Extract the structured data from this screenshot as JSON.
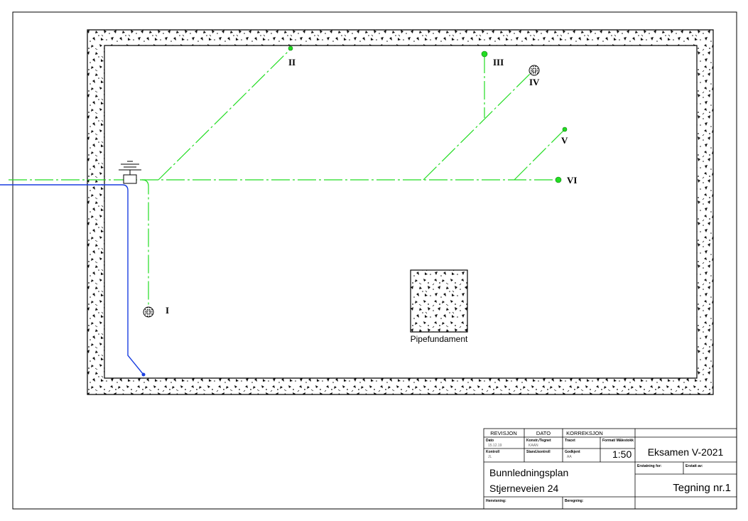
{
  "labels": {
    "I": "I",
    "II": "II",
    "III": "III",
    "IV": "IV",
    "V": "V",
    "VI": "VI",
    "pipefundament": "Pipefundament"
  },
  "colors": {
    "drain_line": "#22dd22",
    "water_line": "#1a3fe0",
    "concrete": "#000000"
  },
  "title_block": {
    "revisjon": "REVISJON",
    "dato": "DATO",
    "korreksjon": "KORREKSJON",
    "dato_label": "Dato",
    "dato_value": "15.12.19",
    "konstr_label": "Konstr./Tegnet",
    "konstr_value": "KAAN",
    "traset_label": "Tracet",
    "format_label": "Format/ Målestokk",
    "scale": "1:50",
    "kontroll_label": "Kontroll",
    "kontroll_value": "JL",
    "standkontroll_label": "Stand.kontroll",
    "godkjent_label": "Godkjent",
    "godkjent_value": "AA",
    "exam_title": "Eksamen V-2021",
    "erstatning_label": "Erstatning for:",
    "erstatt_label": "Erstatt av:",
    "drawing_title": "Bunnledningsplan",
    "address": "Stjerneveien 24",
    "drawing_number": "Tegning nr.1",
    "henvisning_label": "Henvisning:",
    "beregning_label": "Beregning:"
  }
}
